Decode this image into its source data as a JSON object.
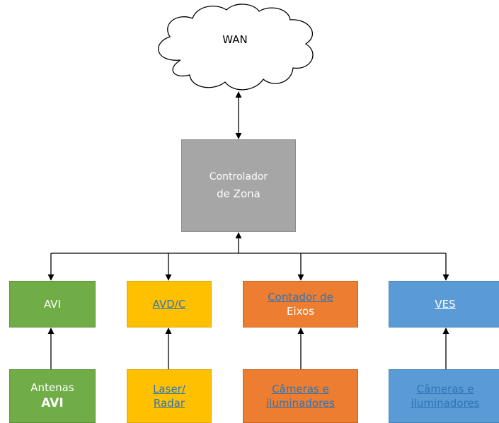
{
  "cloud": {
    "label": "WAN"
  },
  "controller": {
    "line1": "Controlador",
    "line2": "de Zona"
  },
  "top_row": {
    "avi": {
      "label": "AVI"
    },
    "avdc": {
      "label": "AVD/C"
    },
    "contador": {
      "line1": "Contador de",
      "line2": "Eixos"
    },
    "ves": {
      "label": "VES"
    }
  },
  "bottom_row": {
    "antenas": {
      "line1": "Antenas",
      "line2": "AVI"
    },
    "laser": {
      "line1": "Laser/",
      "line2": "Radar"
    },
    "cameras1": {
      "line1": "Câmeras  e",
      "line2": "iluminadores"
    },
    "cameras2": {
      "line1": "Câmeras e",
      "line2": "iluminadores"
    }
  },
  "colors": {
    "controller": "#a6a6a6",
    "avi": "#70ad47",
    "avdc": "#ffc000",
    "contador": "#ed7d31",
    "ves": "#5b9bd5",
    "link_text": "#2e75b6"
  }
}
